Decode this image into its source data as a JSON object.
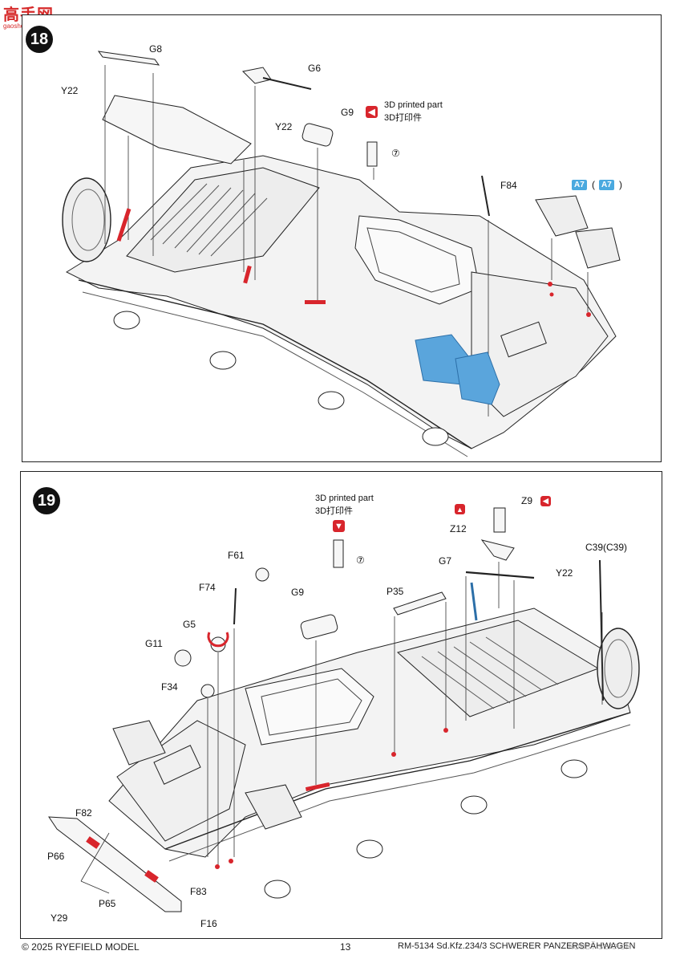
{
  "watermark": {
    "logo_text": "高手网",
    "site": "gaoshou.com"
  },
  "steps": [
    {
      "number": "18",
      "note_en": "3D printed part",
      "note_cn": "3D打印件",
      "callout_7": "⑦",
      "labels": {
        "g8": "G8",
        "y22a": "Y22",
        "g6": "G6",
        "y22b": "Y22",
        "g9": "G9",
        "f84": "F84",
        "a7": "A7",
        "a7_paren": "A7",
        "paren_open": "(",
        "paren_close": ")"
      }
    },
    {
      "number": "19",
      "note_en": "3D printed part",
      "note_cn": "3D打印件",
      "callout_7": "⑦",
      "labels": {
        "f61": "F61",
        "f74": "F74",
        "g5": "G5",
        "g11": "G11",
        "f34": "F34",
        "g9": "G9",
        "p35": "P35",
        "z12": "Z12",
        "z9": "Z9",
        "g7": "G7",
        "y22": "Y22",
        "c39": "C39(C39)",
        "f82": "F82",
        "p66": "P66",
        "p65": "P65",
        "y29": "Y29",
        "f83": "F83",
        "f16": "F16"
      }
    }
  ],
  "footer": {
    "copyright": "© 2025 RYEFIELD MODEL",
    "page": "13",
    "product": "RM-5134 Sd.Kfz.234/3 SCHWERER PANZERSPÄHWAGEN",
    "watermark_brand": "HOBBY SEARCH"
  },
  "colors": {
    "highlight_red": "#d8252c",
    "new_part_blue": "#4aa9df",
    "ink": "#111111"
  }
}
